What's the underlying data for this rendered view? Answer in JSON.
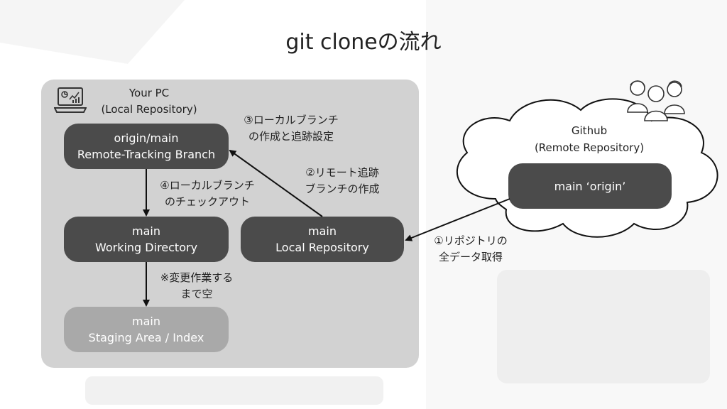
{
  "title": "git cloneの流れ",
  "your_pc": {
    "label_line1": "Your PC",
    "label_line2": "(Local Repository)"
  },
  "github": {
    "label_line1": "Github",
    "label_line2": "(Remote Repository)"
  },
  "nodes": {
    "origin_main": {
      "line1": "origin/main",
      "line2": "Remote-Tracking Branch"
    },
    "working_dir": {
      "line1": "main",
      "line2": "Working Directory"
    },
    "local_repo": {
      "line1": "main",
      "line2": "Local Repository"
    },
    "staging": {
      "line1": "main",
      "line2": "Staging Area / Index"
    },
    "remote_main": {
      "line1": "main ‘origin’"
    }
  },
  "steps": {
    "step1": {
      "line1": "①リポジトリの",
      "line2": "全データ取得"
    },
    "step2": {
      "line1": "②リモート追跡",
      "line2": "ブランチの作成"
    },
    "step3": {
      "line1": "③ローカルブランチ",
      "line2": "の作成と追跡設定"
    },
    "step4": {
      "line1": "④ローカルブランチ",
      "line2": "のチェックアウト"
    },
    "note": {
      "line1": "※変更作業する",
      "line2": "まで空"
    }
  },
  "colors": {
    "panel": "#d2d2d2",
    "node_dark": "#4b4b4b",
    "node_light": "#a9a9a9",
    "arrow": "#111111"
  }
}
